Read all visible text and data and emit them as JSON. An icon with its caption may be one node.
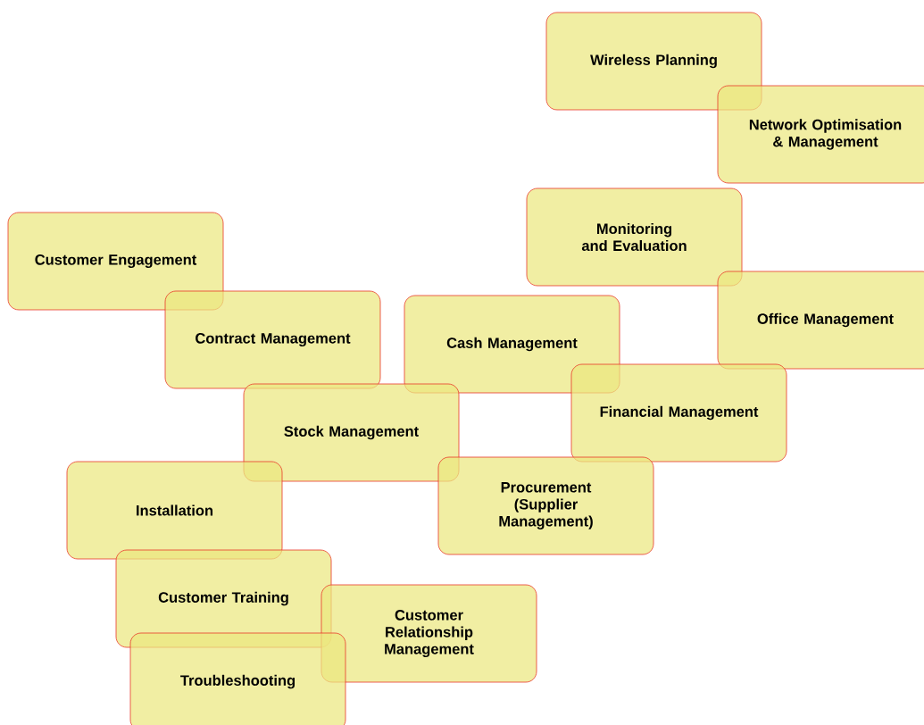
{
  "diagram": {
    "nodes": [
      {
        "text": [
          "Wireless Planning"
        ]
      },
      {
        "text": [
          "Network Optimisation & Management"
        ]
      },
      {
        "text": [
          "Monitoring and Evaluation"
        ]
      },
      {
        "text": [
          "Customer Engagement"
        ]
      },
      {
        "text": [
          "Office Management"
        ]
      },
      {
        "text": [
          "Contract Management"
        ]
      },
      {
        "text": [
          "Cash Management"
        ]
      },
      {
        "text": [
          "Financial Management"
        ]
      },
      {
        "text": [
          "Stock Management"
        ]
      },
      {
        "text": [
          "Installation"
        ]
      },
      {
        "text": [
          "Procurement (Supplier Management)"
        ]
      },
      {
        "text": [
          "Customer Training"
        ]
      },
      {
        "text": [
          "Customer Relationship Management"
        ]
      },
      {
        "text": [
          "Troubleshooting"
        ]
      }
    ]
  }
}
